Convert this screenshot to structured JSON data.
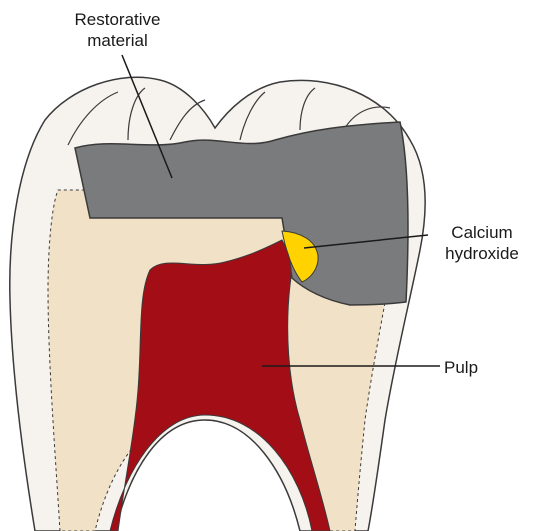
{
  "labels": {
    "restorative": [
      "Restorative",
      "material"
    ],
    "calcium": [
      "Calcium",
      "hydroxide"
    ],
    "pulp": "Pulp"
  },
  "colors": {
    "enamel": "#f6f3ee",
    "dentin": "#f1e1c6",
    "restoration": "#7a7b7d",
    "calcium_hydroxide": "#ffd200",
    "pulp": "#a30e16",
    "outline": "#3a3a3a"
  }
}
